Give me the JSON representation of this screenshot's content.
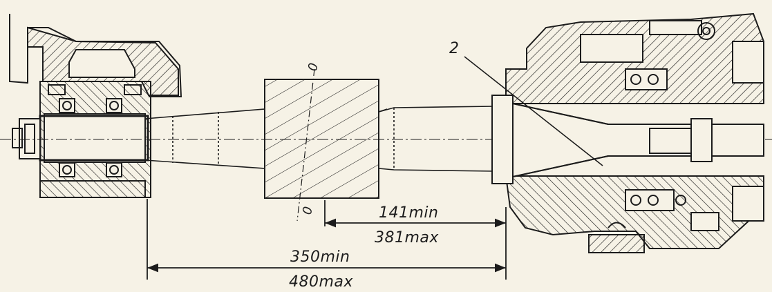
{
  "drawing": {
    "part_label": "2",
    "zero_mark_top": "0",
    "zero_mark_bottom": "0"
  },
  "dimensions": {
    "inner": {
      "min": "141min",
      "max": "381max"
    },
    "outer": {
      "min": "350min",
      "max": "480max"
    }
  },
  "colors": {
    "paper": "#f6f2e6",
    "ink": "#1c1c1c"
  }
}
